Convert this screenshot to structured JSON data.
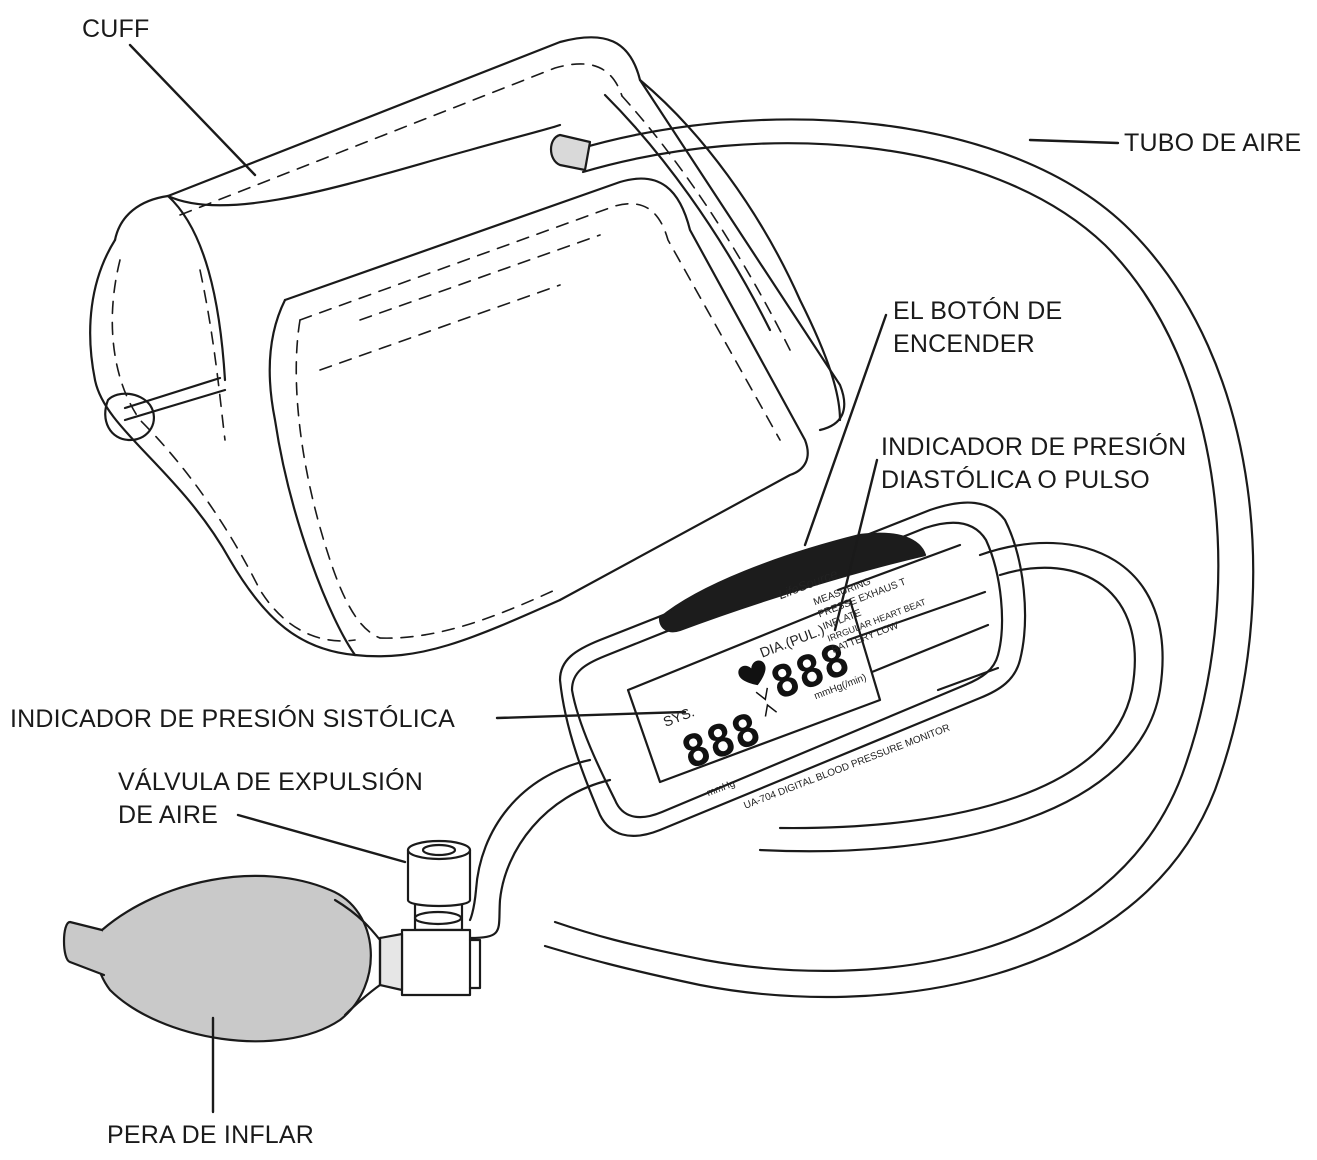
{
  "labels": {
    "cuff": "CUFF",
    "air_tube": "TUBO DE AIRE",
    "power_button_line1": "EL BOTÓN DE",
    "power_button_line2": "ENCENDER",
    "diastolic_line1": "INDICADOR DE PRESIÓN",
    "diastolic_line2": "DIASTÓLICA O PULSO",
    "systolic": "INDICADOR DE PRESIÓN SISTÓLICA",
    "valve_line1": "VÁLVULA DE EXPULSIÓN",
    "valve_line2": "DE AIRE",
    "bulb": "PERA DE INFLAR"
  },
  "monitor": {
    "brand": "LifeSource",
    "sys_label": "SYS.",
    "dia_label": "DIA.(PUL.)",
    "sys_digits": "888",
    "dia_digits": "888",
    "unit_left": "mmHg",
    "unit_right": "mmHg(/min)",
    "model_line": "UA-704 DIGITAL BLOOD PRESSURE MONITOR",
    "legend": [
      "MEASURING",
      "PRESSE EXHAUS T",
      "INFLATE",
      "IRRGULAR HEART BEAT",
      "BATTERY LOW"
    ]
  },
  "colors": {
    "line": "#1a1a1a",
    "bulb_fill": "#c9c9c9",
    "button_fill": "#1c1c1c"
  }
}
